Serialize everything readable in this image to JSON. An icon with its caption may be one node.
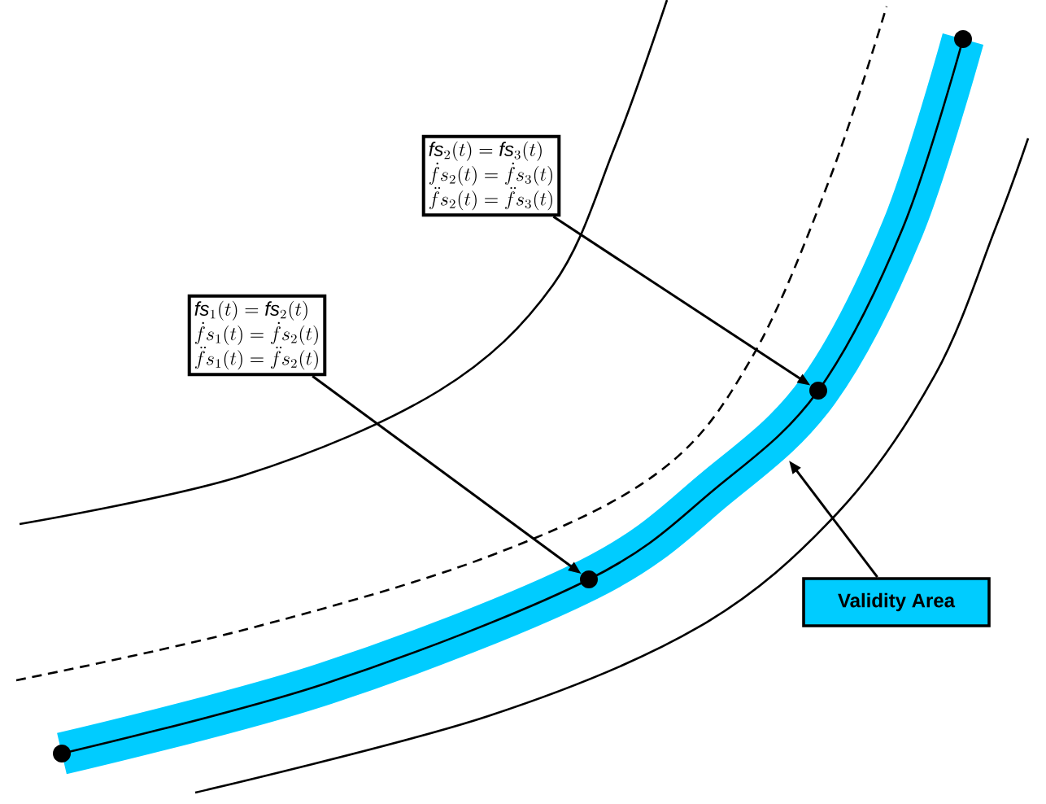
{
  "diagram": {
    "nodes": [
      {
        "text": [
          "\\mathit{fs}_2(t)=\\mathit{fs}_3(t)",
          "\\dot{f}s_2(t)=\\dot{f}s_3(t)",
          "\\ddot{f}s_2(t)=\\ddot{f}s_3(t)"
        ]
      },
      {
        "text": [
          "\\mathit{fs}_1(t)=\\mathit{fs}_2(t)",
          "\\dot{f}s_1(t)=\\dot{f}s_2(t)",
          "\\ddot{f}s_1(t)=\\ddot{f}s_2(t)"
        ]
      },
      {
        "text": [
          "Validity Area"
        ]
      },
      {
        "text": [],
        "shape": "circle"
      },
      {
        "text": [],
        "shape": "circle"
      },
      {
        "text": [],
        "shape": "circle"
      },
      {
        "text": [],
        "shape": "circle"
      }
    ],
    "edges": [
      {
        "from": 0,
        "to": 3,
        "arrow": "to"
      },
      {
        "from": 1,
        "to": 4,
        "arrow": "to"
      },
      {
        "from": 2,
        "to": null,
        "arrow": "to"
      }
    ]
  }
}
